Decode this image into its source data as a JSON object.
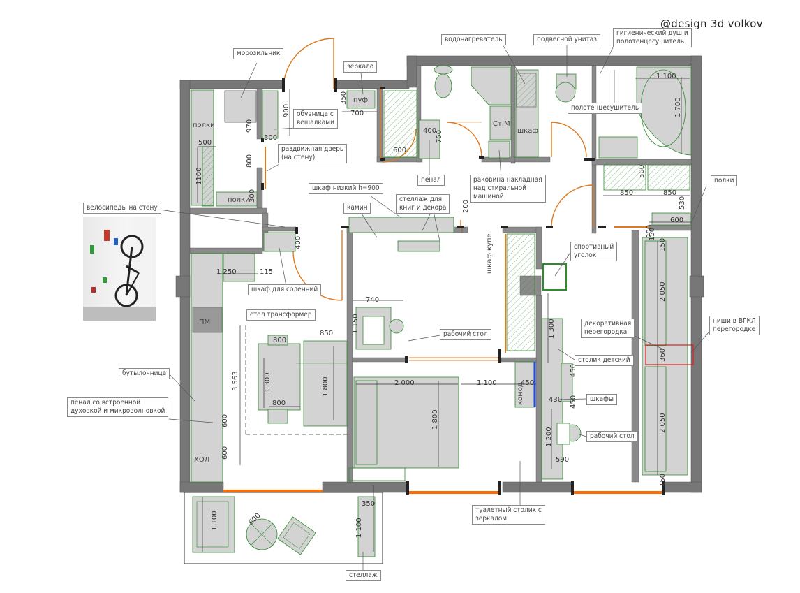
{
  "watermark": "@design 3d volkov",
  "callouts": {
    "freezer": "морозильник",
    "mirror": "зеркало",
    "water_heater": "водонагреватель",
    "wall_toilet": "подвесной унитаз",
    "hygienic_shower": "гигиенический душ и\nполотенцесушитель",
    "towel_dryer": "полотенцесушитель",
    "shoe_rack": "обувница с\nвешалками",
    "sliding_door": "раздвижная дверь\n(на стену)",
    "pencil_case": "пенал",
    "sink_over_washer": "раковина накладная\nнад стиральной\nмашиной",
    "low_cabinet": "шкаф низкий h=900",
    "book_shelf": "стеллаж для\nкниг и декора",
    "fireplace": "камин",
    "bike_hooks": "велосипеды на стену",
    "pickles_cabinet": "шкаф для соленний",
    "shelves_right": "полки",
    "sports_corner": "спортивный\nуголок",
    "transformer_table": "стол трансформер",
    "work_desk": "рабочий стол",
    "decor_partition": "декоративная\nперегородка",
    "niches": "ниши в ВГКЛ\nперегородке",
    "kids_table": "столик детский",
    "wardrobes": "шкафы",
    "work_desk_2": "рабочий стол",
    "bottle_rack": "бутылочница",
    "oven_column": "пенал со встроенной\nдуховкой и микроволновкой",
    "vanity": "туалетный столик с\nзеркалом",
    "balcony_rack": "стеллаж"
  },
  "room_labels": {
    "shelves_1": "полки",
    "shelves_2": "полки",
    "pouf": "пуф",
    "washer": "Ст.М",
    "wardrobe": "шкаф",
    "dishwasher": "ПМ",
    "fridge": "ХОЛ",
    "dresser": "комод",
    "coupe": "шкаф купе"
  },
  "dimensions": [
    "900",
    "970",
    "300",
    "350",
    "700",
    "500",
    "1100",
    "800",
    "300",
    "400",
    "750",
    "600",
    "1 100",
    "1 700",
    "500",
    "850",
    "850",
    "530",
    "600",
    "200",
    "400",
    "1 250",
    "115",
    "740",
    "1 150",
    "850",
    "800",
    "1 300",
    "1 800",
    "800",
    "3 563",
    "600",
    "600",
    "2 000",
    "1 100",
    "450",
    "1 800",
    "1 300",
    "450",
    "450",
    "430",
    "1 200",
    "590",
    "2 050",
    "360",
    "2 050",
    "150",
    "150",
    "150",
    "1 100",
    "600",
    "1 100",
    "350",
    "200"
  ],
  "colors": {
    "wall": "#777777",
    "furniture_fill": "#d3d3d3",
    "furniture_line": "#2e8b2e",
    "door_swing": "#e07a1f",
    "window": "#ff6a00",
    "highlight_partition": "#e02020",
    "blue_accent": "#1f4fd1",
    "text": "#444444"
  }
}
